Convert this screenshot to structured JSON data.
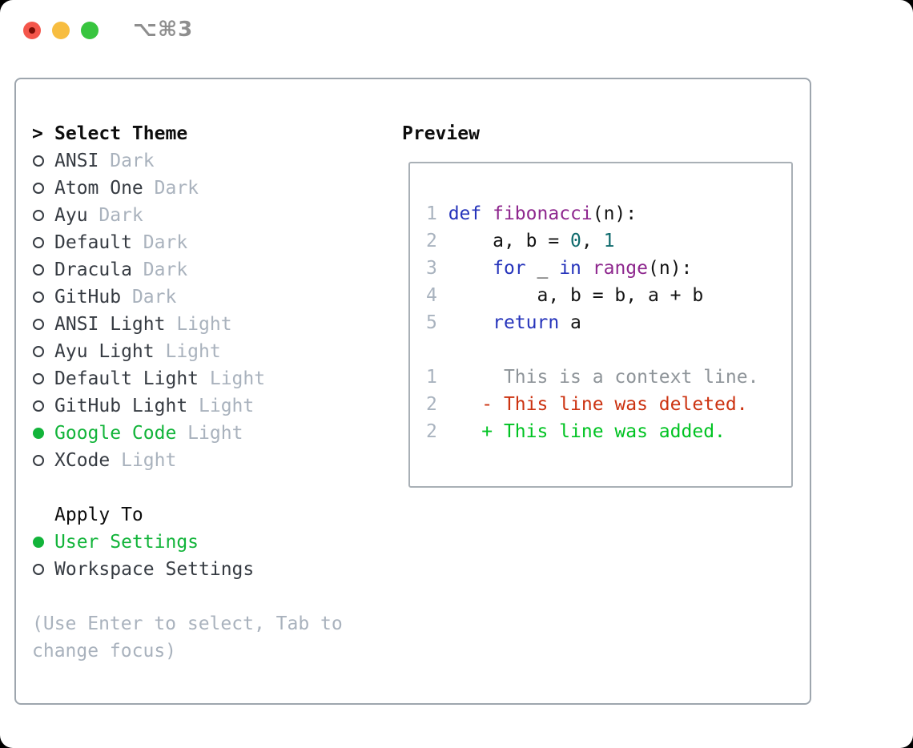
{
  "window": {
    "title": "⌥⌘3",
    "traffic_lights": {
      "close": "#f4564b",
      "close_dot": "#7a0d05",
      "minimize": "#f7bd40",
      "zoom": "#38c53f"
    }
  },
  "theme_panel": {
    "header": {
      "cursor": ">",
      "label": "Select Theme"
    },
    "themes": [
      {
        "name": "ANSI",
        "variant": "Dark",
        "selected": false
      },
      {
        "name": "Atom One",
        "variant": "Dark",
        "selected": false
      },
      {
        "name": "Ayu",
        "variant": "Dark",
        "selected": false
      },
      {
        "name": "Default",
        "variant": "Dark",
        "selected": false
      },
      {
        "name": "Dracula",
        "variant": "Dark",
        "selected": false
      },
      {
        "name": "GitHub",
        "variant": "Dark",
        "selected": false
      },
      {
        "name": "ANSI Light",
        "variant": "Light",
        "selected": false
      },
      {
        "name": "Ayu Light",
        "variant": "Light",
        "selected": false
      },
      {
        "name": "Default Light",
        "variant": "Light",
        "selected": false
      },
      {
        "name": "GitHub Light",
        "variant": "Light",
        "selected": false
      },
      {
        "name": "Google Code",
        "variant": "Light",
        "selected": true
      },
      {
        "name": "XCode",
        "variant": "Light",
        "selected": false
      }
    ],
    "apply_to": {
      "label": "Apply To",
      "options": [
        {
          "name": "User Settings",
          "selected": true
        },
        {
          "name": "Workspace Settings",
          "selected": false
        }
      ]
    },
    "hint_lines": [
      "(Use Enter to select, Tab to",
      "change focus)"
    ]
  },
  "preview": {
    "label": "Preview",
    "code_lines": [
      {
        "num": "1",
        "tokens": [
          [
            "kw",
            "def"
          ],
          [
            "pl",
            " "
          ],
          [
            "fn",
            "fibonacci"
          ],
          [
            "pl",
            "(n):"
          ]
        ]
      },
      {
        "num": "2",
        "tokens": [
          [
            "pl",
            "    a, b = "
          ],
          [
            "lit",
            "0"
          ],
          [
            "pl",
            ", "
          ],
          [
            "lit",
            "1"
          ]
        ]
      },
      {
        "num": "3",
        "tokens": [
          [
            "pl",
            "    "
          ],
          [
            "kw",
            "for"
          ],
          [
            "pl",
            " _ "
          ],
          [
            "kw",
            "in"
          ],
          [
            "pl",
            " "
          ],
          [
            "fn",
            "range"
          ],
          [
            "pl",
            "(n):"
          ]
        ]
      },
      {
        "num": "4",
        "tokens": [
          [
            "pl",
            "        a, b = b, a + b"
          ]
        ]
      },
      {
        "num": "5",
        "tokens": [
          [
            "pl",
            "    "
          ],
          [
            "kw",
            "return"
          ],
          [
            "pl",
            " a"
          ]
        ]
      },
      {
        "num": "",
        "tokens": []
      },
      {
        "num": "1",
        "tokens": [
          [
            "ctx",
            "     This is a context line."
          ]
        ]
      },
      {
        "num": "2",
        "tokens": [
          [
            "del",
            "   - This line was deleted."
          ]
        ]
      },
      {
        "num": "2",
        "tokens": [
          [
            "add",
            "   + This line was added."
          ]
        ]
      }
    ]
  },
  "colors": {
    "selection_green": "#12b43a",
    "muted": "#a9b2bd",
    "item_text": "#363b42",
    "heading": "#0d0d0d",
    "panel_border": "#9ea6ae",
    "preview_border": "#a9b0b6",
    "line_number": "#a9b3bf",
    "keyword": "#2634bb",
    "function_name": "#8e278e",
    "literal": "#0f6b6d",
    "plain": "#141414",
    "context": "#8e9499",
    "deleted": "#cc3311",
    "added": "#00c322",
    "title_gray": "#8e8e8e"
  }
}
